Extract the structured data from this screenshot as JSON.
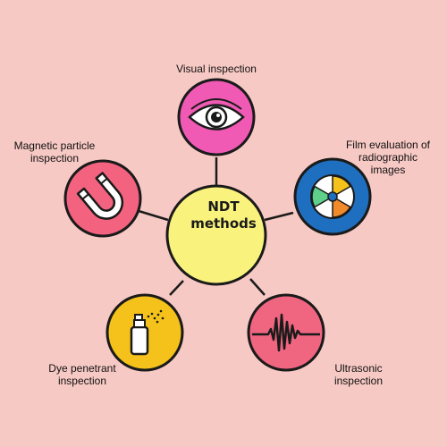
{
  "center": {
    "title": "NDT\nmethods"
  },
  "methods": [
    {
      "label": "Visual inspection",
      "icon": "eye-icon",
      "color": "#f05ab4"
    },
    {
      "label": "Film evaluation of\nradiographic\nimages",
      "icon": "radiation-icon",
      "color": "#1e6fc0"
    },
    {
      "label": "Ultrasonic\ninspection",
      "icon": "waveform-icon",
      "color": "#f0657f"
    },
    {
      "label": "Dye penetrant\ninspection",
      "icon": "spray-can-icon",
      "color": "#f5c21b"
    },
    {
      "label": "Magnetic particle\ninspection",
      "icon": "magnet-icon",
      "color": "#f3637f"
    }
  ],
  "colors": {
    "background": "#f7c9c4",
    "center_fill": "#f9f37d",
    "outline": "#1a1a1a"
  }
}
